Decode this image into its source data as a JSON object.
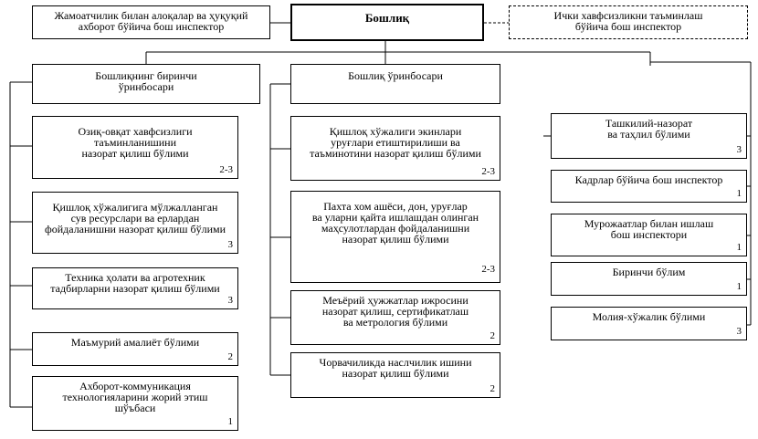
{
  "head": {
    "title": "Бошлиқ"
  },
  "top_left": {
    "label": "Жамоатчилик билан алоқалар ва ҳуқуқий\nахборот бўйича бош инспектор"
  },
  "top_right": {
    "label": "Ички хавфсизликни таъминлаш\nбўйича бош инспектор"
  },
  "col1": {
    "header": "Бошлиқнинг биринчи\nўринбосари",
    "items": [
      {
        "label": "Озиқ-овқат хавфсизлиги\nтаъминланишини\nназорат қилиш бўлими",
        "code": "2-3"
      },
      {
        "label": "Қишлоқ хўжалигига мўлжалланган\nсув ресурслари ва ерлардан\nфойдаланишни назорат қилиш бўлими",
        "code": "3"
      },
      {
        "label": "Техника ҳолати ва агротехник\nтадбирларни назорат қилиш бўлими",
        "code": "3"
      },
      {
        "label": "Маъмурий амалиёт бўлими",
        "code": "2"
      },
      {
        "label": "Ахборот-коммуникация\nтехнологияларини жорий этиш\nшўъбаси",
        "code": "1"
      }
    ]
  },
  "col2": {
    "header": "Бошлиқ ўринбосари",
    "items": [
      {
        "label": "Қишлоқ хўжалиги экинлари\nуруғлари етиштирилиши ва\nтаъминотини назорат қилиш бўлими",
        "code": "2-3"
      },
      {
        "label": "Пахта хом ашёси, дон, уруғлар\nва уларни қайта ишлашдан  олинган\nмаҳсулотлардан фойдаланишни\nназорат қилиш бўлими",
        "code": "2-3"
      },
      {
        "label": "Меъёрий ҳужжатлар ижросини\nназорат қилиш, сертификатлаш\nва метрология бўлими",
        "code": "2"
      },
      {
        "label": "Чорвачиликда наслчилик ишини\nназорат қилиш бўлими",
        "code": "2"
      }
    ]
  },
  "col3": {
    "items": [
      {
        "label": "Ташкилий-назорат\nва таҳлил бўлими",
        "code": "3"
      },
      {
        "label": "Кадрлар бўйича бош инспектор",
        "code": "1"
      },
      {
        "label": "Мурожаатлар билан ишлаш\nбош инспектори",
        "code": "1"
      },
      {
        "label": "Биринчи бўлим",
        "code": "1"
      },
      {
        "label": "Молия-хўжалик бўлими",
        "code": "3"
      }
    ]
  }
}
